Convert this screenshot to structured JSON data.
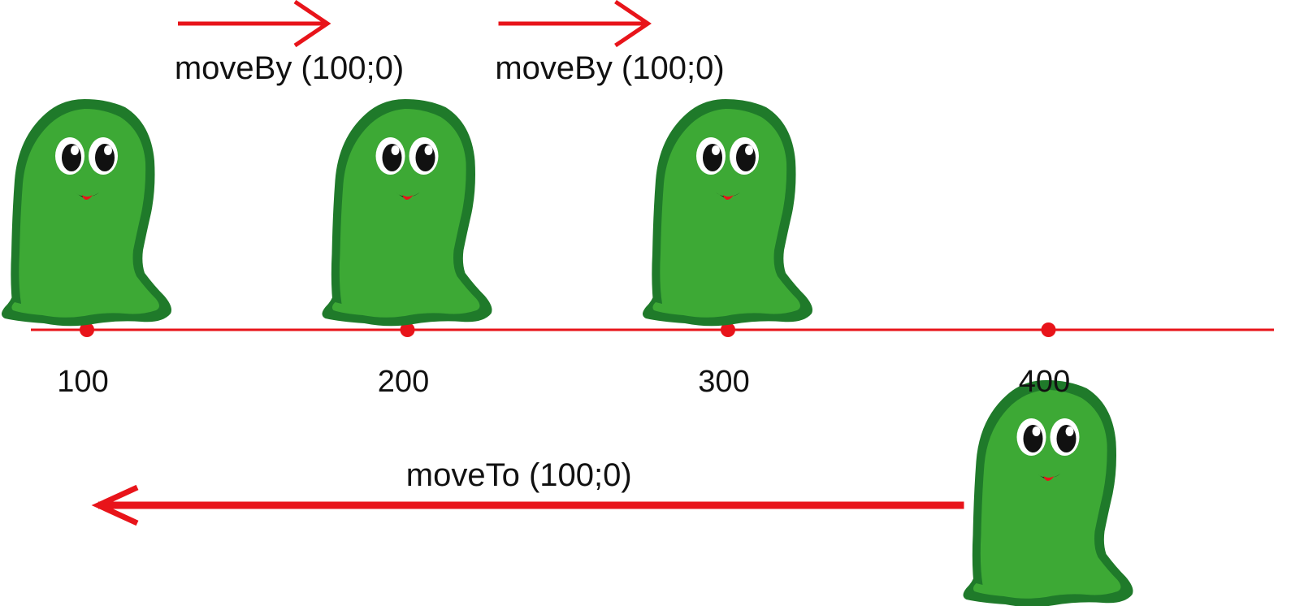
{
  "colors": {
    "line": "#e8141a",
    "dot": "#e8141a",
    "text": "#111111",
    "ghost_body": "#3da935",
    "ghost_outline": "#1f7a2a",
    "ghost_eye_white": "#ffffff",
    "ghost_pupil": "#111111",
    "ghost_mouth": "#111111",
    "ghost_tongue": "#e8141a"
  },
  "axis": {
    "ticks": [
      {
        "value": 100,
        "label": "100"
      },
      {
        "value": 200,
        "label": "200"
      },
      {
        "value": 300,
        "label": "300"
      },
      {
        "value": 400,
        "label": "400"
      }
    ]
  },
  "ghosts": [
    {
      "position": 100,
      "row": "top"
    },
    {
      "position": 200,
      "row": "top"
    },
    {
      "position": 300,
      "row": "top"
    },
    {
      "position": 400,
      "row": "bottom"
    }
  ],
  "moves": [
    {
      "label": "moveBy (100;0)",
      "from": 100,
      "to": 200,
      "direction": "right"
    },
    {
      "label": "moveBy (100;0)",
      "from": 200,
      "to": 300,
      "direction": "right"
    },
    {
      "label": "moveTo (100;0)",
      "from": 400,
      "to": 100,
      "direction": "left"
    }
  ],
  "icons": {
    "ghost": "green-ghost-icon",
    "arrow": "arrow-icon"
  }
}
